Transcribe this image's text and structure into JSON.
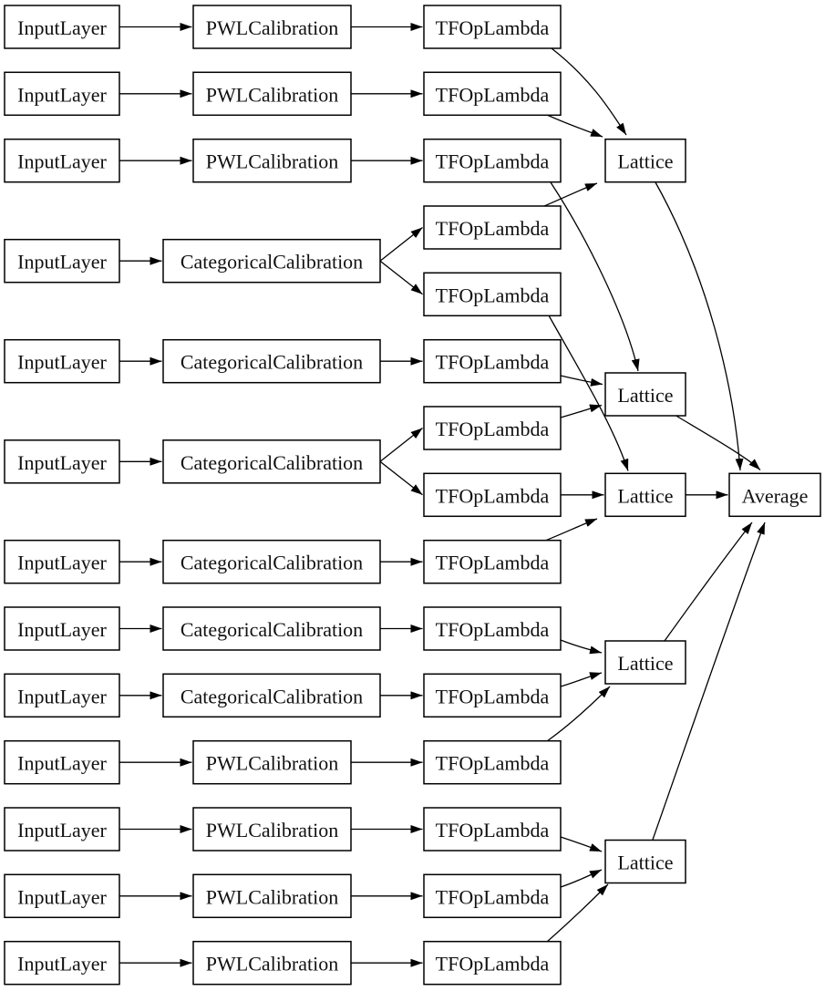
{
  "diagram": {
    "type": "model-architecture-graph",
    "nodes": [
      {
        "id": "in1",
        "label": "InputLayer"
      },
      {
        "id": "pwl1",
        "label": "PWLCalibration"
      },
      {
        "id": "t1",
        "label": "TFOpLambda"
      },
      {
        "id": "in2",
        "label": "InputLayer"
      },
      {
        "id": "pwl2",
        "label": "PWLCalibration"
      },
      {
        "id": "t2",
        "label": "TFOpLambda"
      },
      {
        "id": "in3",
        "label": "InputLayer"
      },
      {
        "id": "pwl3",
        "label": "PWLCalibration"
      },
      {
        "id": "t3",
        "label": "TFOpLambda"
      },
      {
        "id": "lat1",
        "label": "Lattice"
      },
      {
        "id": "in4",
        "label": "InputLayer"
      },
      {
        "id": "cat1",
        "label": "CategoricalCalibration"
      },
      {
        "id": "t4a",
        "label": "TFOpLambda"
      },
      {
        "id": "t4b",
        "label": "TFOpLambda"
      },
      {
        "id": "in5",
        "label": "InputLayer"
      },
      {
        "id": "cat2",
        "label": "CategoricalCalibration"
      },
      {
        "id": "t5",
        "label": "TFOpLambda"
      },
      {
        "id": "in6",
        "label": "InputLayer"
      },
      {
        "id": "cat3",
        "label": "CategoricalCalibration"
      },
      {
        "id": "t6a",
        "label": "TFOpLambda"
      },
      {
        "id": "t6b",
        "label": "TFOpLambda"
      },
      {
        "id": "lat2",
        "label": "Lattice"
      },
      {
        "id": "in7",
        "label": "InputLayer"
      },
      {
        "id": "cat4",
        "label": "CategoricalCalibration"
      },
      {
        "id": "t7",
        "label": "TFOpLambda"
      },
      {
        "id": "lat3",
        "label": "Lattice"
      },
      {
        "id": "in8",
        "label": "InputLayer"
      },
      {
        "id": "cat5",
        "label": "CategoricalCalibration"
      },
      {
        "id": "t8",
        "label": "TFOpLambda"
      },
      {
        "id": "in9",
        "label": "InputLayer"
      },
      {
        "id": "cat6",
        "label": "CategoricalCalibration"
      },
      {
        "id": "t9",
        "label": "TFOpLambda"
      },
      {
        "id": "lat4",
        "label": "Lattice"
      },
      {
        "id": "in10",
        "label": "InputLayer"
      },
      {
        "id": "pwl4",
        "label": "PWLCalibration"
      },
      {
        "id": "t10",
        "label": "TFOpLambda"
      },
      {
        "id": "in11",
        "label": "InputLayer"
      },
      {
        "id": "pwl5",
        "label": "PWLCalibration"
      },
      {
        "id": "t11",
        "label": "TFOpLambda"
      },
      {
        "id": "in12",
        "label": "InputLayer"
      },
      {
        "id": "pwl6",
        "label": "PWLCalibration"
      },
      {
        "id": "t12",
        "label": "TFOpLambda"
      },
      {
        "id": "in13",
        "label": "InputLayer"
      },
      {
        "id": "pwl7",
        "label": "PWLCalibration"
      },
      {
        "id": "t13",
        "label": "TFOpLambda"
      },
      {
        "id": "lat5",
        "label": "Lattice"
      },
      {
        "id": "avg",
        "label": "Average"
      }
    ],
    "edges": [
      {
        "from": "in1",
        "to": "pwl1"
      },
      {
        "from": "pwl1",
        "to": "t1"
      },
      {
        "from": "t1",
        "to": "lat1"
      },
      {
        "from": "in2",
        "to": "pwl2"
      },
      {
        "from": "pwl2",
        "to": "t2"
      },
      {
        "from": "t2",
        "to": "lat1"
      },
      {
        "from": "in3",
        "to": "pwl3"
      },
      {
        "from": "pwl3",
        "to": "t3"
      },
      {
        "from": "t3",
        "to": "lat2"
      },
      {
        "from": "in4",
        "to": "cat1"
      },
      {
        "from": "cat1",
        "to": "t4a"
      },
      {
        "from": "cat1",
        "to": "t4b"
      },
      {
        "from": "t4a",
        "to": "lat1"
      },
      {
        "from": "t4b",
        "to": "lat3"
      },
      {
        "from": "in5",
        "to": "cat2"
      },
      {
        "from": "cat2",
        "to": "t5"
      },
      {
        "from": "t5",
        "to": "lat2"
      },
      {
        "from": "in6",
        "to": "cat3"
      },
      {
        "from": "cat3",
        "to": "t6a"
      },
      {
        "from": "cat3",
        "to": "t6b"
      },
      {
        "from": "t6a",
        "to": "lat2"
      },
      {
        "from": "t6b",
        "to": "lat3"
      },
      {
        "from": "in7",
        "to": "cat4"
      },
      {
        "from": "cat4",
        "to": "t7"
      },
      {
        "from": "t7",
        "to": "lat3"
      },
      {
        "from": "in8",
        "to": "cat5"
      },
      {
        "from": "cat5",
        "to": "t8"
      },
      {
        "from": "t8",
        "to": "lat4"
      },
      {
        "from": "in9",
        "to": "cat6"
      },
      {
        "from": "cat6",
        "to": "t9"
      },
      {
        "from": "t9",
        "to": "lat4"
      },
      {
        "from": "in10",
        "to": "pwl4"
      },
      {
        "from": "pwl4",
        "to": "t10"
      },
      {
        "from": "t10",
        "to": "lat4"
      },
      {
        "from": "in11",
        "to": "pwl5"
      },
      {
        "from": "pwl5",
        "to": "t11"
      },
      {
        "from": "t11",
        "to": "lat5"
      },
      {
        "from": "in12",
        "to": "pwl6"
      },
      {
        "from": "pwl6",
        "to": "t12"
      },
      {
        "from": "t12",
        "to": "lat5"
      },
      {
        "from": "in13",
        "to": "pwl7"
      },
      {
        "from": "pwl7",
        "to": "t13"
      },
      {
        "from": "t13",
        "to": "lat5"
      },
      {
        "from": "lat1",
        "to": "avg"
      },
      {
        "from": "lat2",
        "to": "avg"
      },
      {
        "from": "lat3",
        "to": "avg"
      },
      {
        "from": "lat4",
        "to": "avg"
      },
      {
        "from": "lat5",
        "to": "avg"
      }
    ]
  },
  "colors": {
    "background": "#ffffff",
    "node_fill": "#ffffff",
    "node_border": "#000000",
    "edge": "#000000",
    "text": "#111111"
  }
}
